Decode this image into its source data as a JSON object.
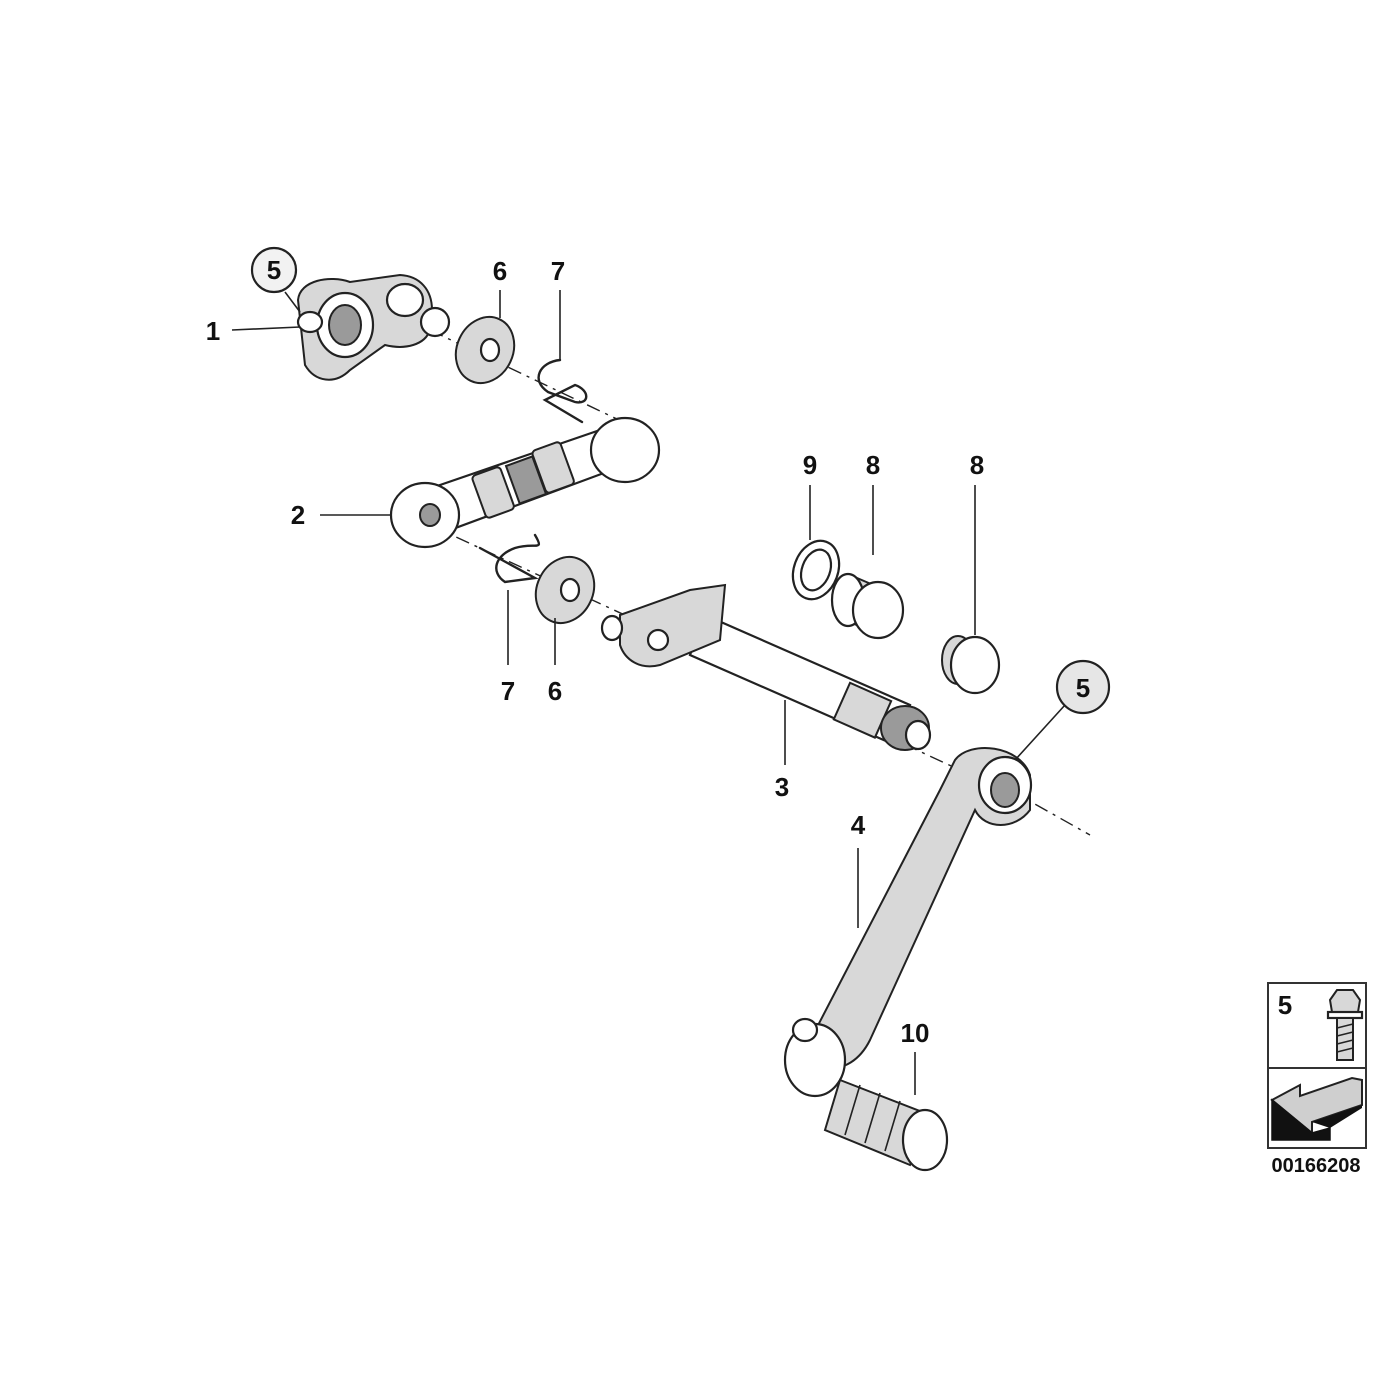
{
  "callouts": {
    "c1": "1",
    "c2": "2",
    "c3": "3",
    "c4": "4",
    "c5a": "5",
    "c5b": "5",
    "c6a": "6",
    "c6b": "6",
    "c7a": "7",
    "c7b": "7",
    "c8a": "8",
    "c8b": "8",
    "c9": "9",
    "c10": "10"
  },
  "legend": {
    "item_number": "5"
  },
  "drawing_code": "00166208"
}
